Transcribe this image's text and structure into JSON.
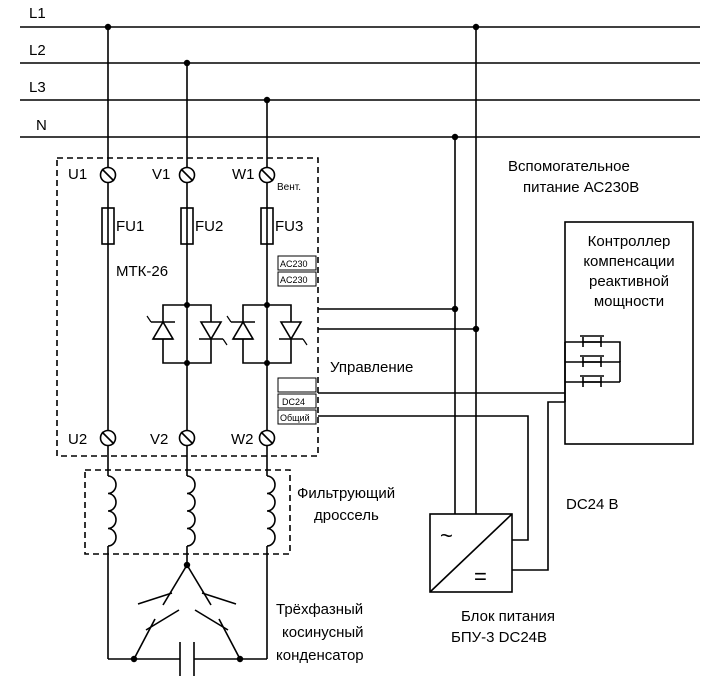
{
  "lines": {
    "l1": "L1",
    "l2": "L2",
    "l3": "L3",
    "n": "N"
  },
  "terminals": {
    "u1": "U1",
    "v1": "V1",
    "w1": "W1",
    "u2": "U2",
    "v2": "V2",
    "w2": "W2",
    "vent": "Вент."
  },
  "fuses": {
    "fu1": "FU1",
    "fu2": "FU2",
    "fu3": "FU3"
  },
  "module": {
    "name": "МТК-26",
    "ac230_a": "AC230",
    "ac230_b": "AC230",
    "dc24": "DC24",
    "common": "Общий"
  },
  "labels": {
    "aux_power_line1": "Вспомогательное",
    "aux_power_line2": "питание АС230В",
    "control": "Управление",
    "dc24v": "DC24 В",
    "choke_line1": "Фильтрующий",
    "choke_line2": "дроссель",
    "capacitor_line1": "Трёхфазный",
    "capacitor_line2": "косинусный",
    "capacitor_line3": "конденсатор",
    "psu_line1": "Блок питания",
    "psu_line2": "БПУ-3 DC24В"
  },
  "controller": {
    "line1": "Контроллер",
    "line2": "компенсации",
    "line3": "реактивной",
    "line4": "мощности"
  },
  "psu": {
    "ac_symbol": "~",
    "dc_symbol": "="
  }
}
